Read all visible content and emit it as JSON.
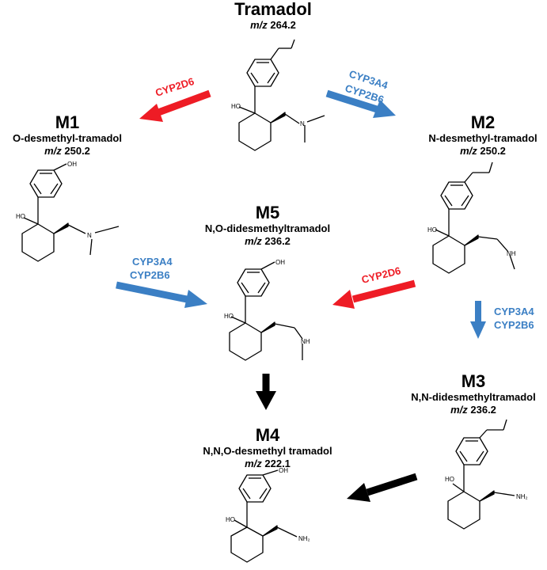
{
  "colors": {
    "red": "#ee1c25",
    "blue": "#3b7fc4",
    "black": "#000000"
  },
  "compounds": {
    "tramadol": {
      "name": "Tramadol",
      "mz_prefix": "m/z",
      "mz_value": "264.2"
    },
    "m1": {
      "name": "M1",
      "desc": "O-desmethyl-tramadol",
      "mz_prefix": "m/z",
      "mz_value": "250.2"
    },
    "m2": {
      "name": "M2",
      "desc": "N-desmethyl-tramadol",
      "mz_prefix": "m/z",
      "mz_value": "250.2"
    },
    "m5": {
      "name": "M5",
      "desc": "N,O-didesmethyltramadol",
      "mz_prefix": "m/z",
      "mz_value": "236.2"
    },
    "m3": {
      "name": "M3",
      "desc": "N,N-didesmethyltramadol",
      "mz_prefix": "m/z",
      "mz_value": "236.2"
    },
    "m4": {
      "name": "M4",
      "desc": "N,N,O-desmethyl tramadol",
      "mz_prefix": "m/z",
      "mz_value": "222.1"
    }
  },
  "atoms": {
    "oh": "OH",
    "ho": "HO",
    "n": "N",
    "nh": "NH",
    "nh2": "NH₂"
  },
  "enzymes": {
    "cyp2d6": "CYP2D6",
    "cyp3a4": "CYP3A4",
    "cyp2b6": "CYP2B6"
  }
}
